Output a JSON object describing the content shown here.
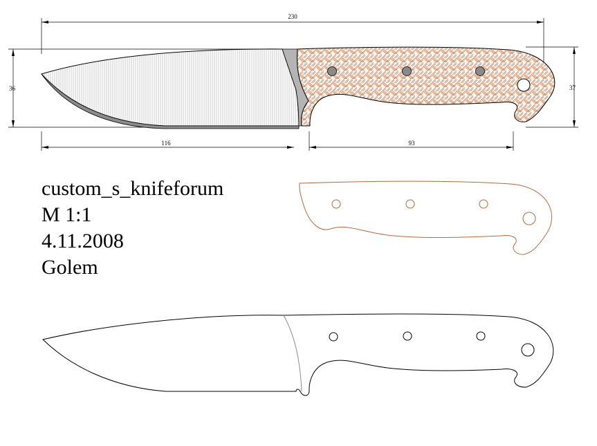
{
  "dimensions": {
    "overall_length": "230",
    "blade_height": "36",
    "handle_height": "37",
    "blade_length": "116",
    "handle_length": "93"
  },
  "info": {
    "name": "custom_s_knifeforum",
    "scale": "M 1:1",
    "date": "4.11.2008",
    "author": "Golem"
  },
  "colors": {
    "handle_outline": "#b5683a",
    "handle_pattern": "#c8845a",
    "pin_fill": "#8a8a8a",
    "bolster_fill": "#b4b4b4",
    "edge_bevel": "#8c8c8c"
  }
}
